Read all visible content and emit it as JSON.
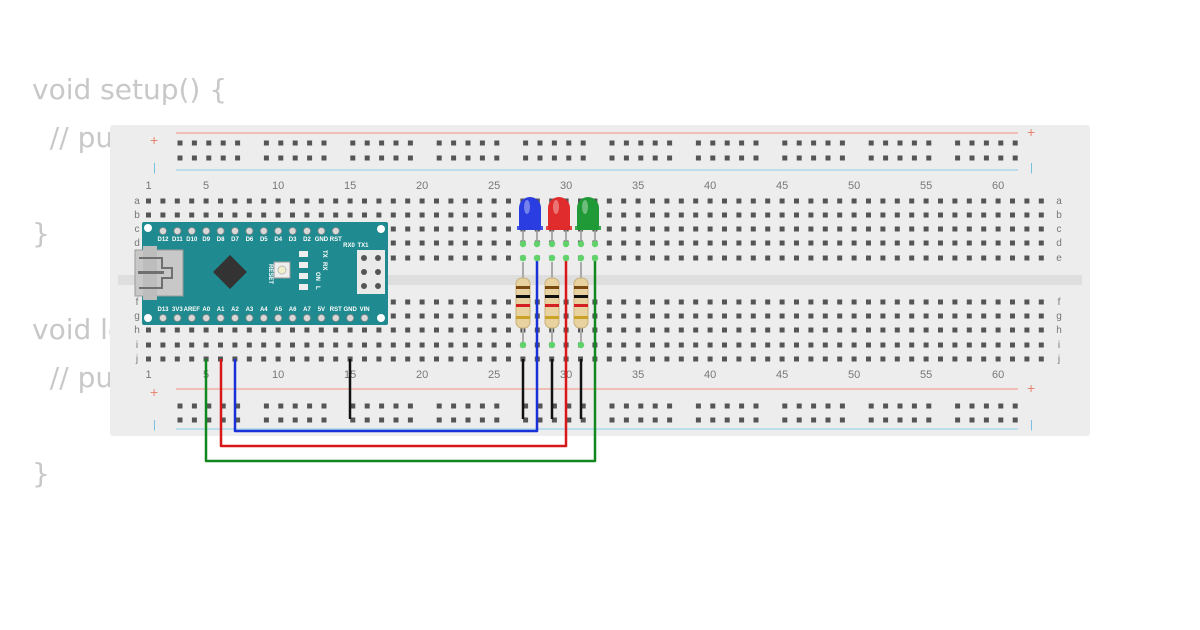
{
  "code": {
    "lines": [
      "void setup() {",
      "  // put your setup code here, to run once:",
      "",
      "}",
      "",
      "void loop() {",
      "  // put your main code here, to run repeatedly:",
      "",
      "}"
    ]
  },
  "breadboard": {
    "column_labels": [
      "1",
      "5",
      "10",
      "15",
      "20",
      "25",
      "30",
      "35",
      "40",
      "45",
      "50",
      "55",
      "60"
    ],
    "row_labels_top": [
      "a",
      "b",
      "c",
      "d",
      "e"
    ],
    "row_labels_bottom": [
      "f",
      "g",
      "h",
      "i",
      "j"
    ],
    "rail_plus": "+",
    "rail_minus": "|",
    "colors": {
      "board": "#eeeeee",
      "hole": "#555555",
      "rail_red": "#f0a090",
      "rail_blue": "#9fd4ec"
    }
  },
  "arduino": {
    "top_pins": [
      "D12",
      "D11",
      "D10",
      "D9",
      "D8",
      "D7",
      "D6",
      "D5",
      "D4",
      "D3",
      "D2",
      "GND",
      "RST",
      "RX0",
      "TX1"
    ],
    "bottom_pins": [
      "D13",
      "3V3",
      "AREF",
      "A0",
      "A1",
      "A2",
      "A3",
      "A4",
      "A5",
      "A6",
      "A7",
      "5V",
      "RST",
      "GND",
      "VIN"
    ],
    "reset_label": "RESET",
    "led_labels": [
      "TX",
      "RX",
      "ON",
      "L"
    ],
    "color": "#1f8a8f"
  },
  "leds": [
    {
      "color": "#2a3de0"
    },
    {
      "color": "#e02c2c"
    },
    {
      "color": "#1f9a36"
    }
  ],
  "wires": [
    {
      "color": "#1830d8"
    },
    {
      "color": "#d81818"
    },
    {
      "color": "#13871f"
    }
  ]
}
